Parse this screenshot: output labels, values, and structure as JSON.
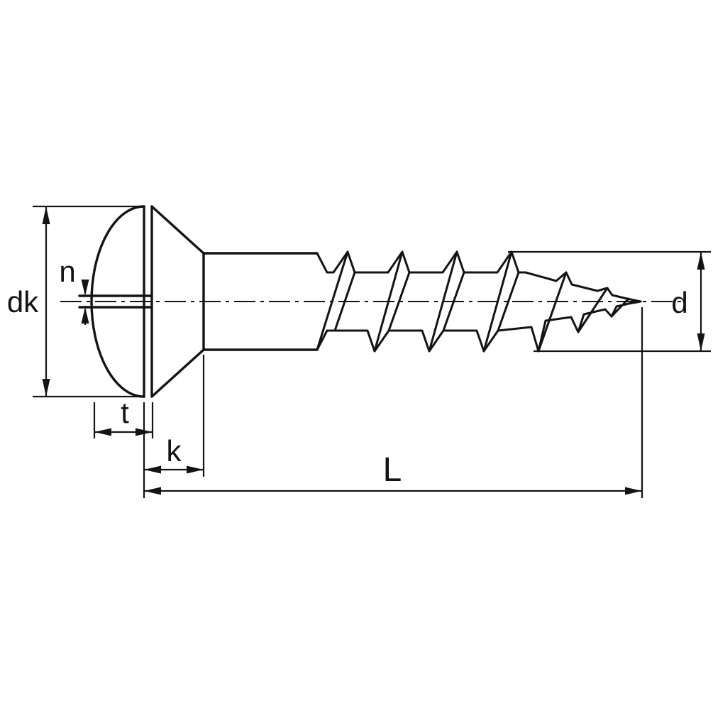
{
  "diagram": {
    "type": "technical-drawing",
    "subject": "Slotted raised countersunk oval head wood screw, side view with dimension callouts",
    "background_color": "#ffffff",
    "line_color": "#141414",
    "labels": {
      "head_diameter": "dk",
      "slot_width": "n",
      "slot_depth": "t",
      "head_height": "k",
      "screw_length": "L",
      "thread_diameter": "d"
    }
  }
}
